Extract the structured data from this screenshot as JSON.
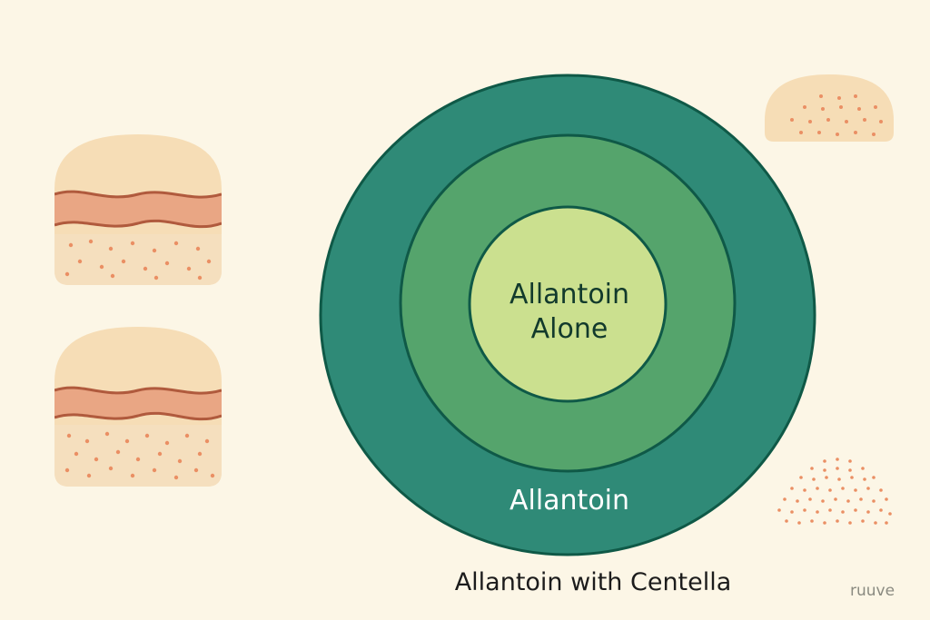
{
  "diagram": {
    "inner_label": "Allantoin Alone",
    "outer_ring_label": "Allantoin",
    "caption": "Allantoin with Centella"
  },
  "watermark": "ruuve",
  "colors": {
    "background": "#fcf6e6",
    "outer_ring": "#2f8a77",
    "middle_ring": "#55a46c",
    "inner_circle": "#cbe08f",
    "ring_stroke": "#0f5947",
    "skin_top": "#f6ddb6",
    "skin_band": "#e9a684",
    "skin_wave": "#b05a3d",
    "skin_lower": "#f5dfbe",
    "skin_dots": "#ea8f64"
  },
  "icons": {
    "skin_top": "skin-layers-icon",
    "skin_bottom": "skin-layers-icon",
    "dome": "skin-dome-icon",
    "dots": "dot-pattern-icon"
  }
}
